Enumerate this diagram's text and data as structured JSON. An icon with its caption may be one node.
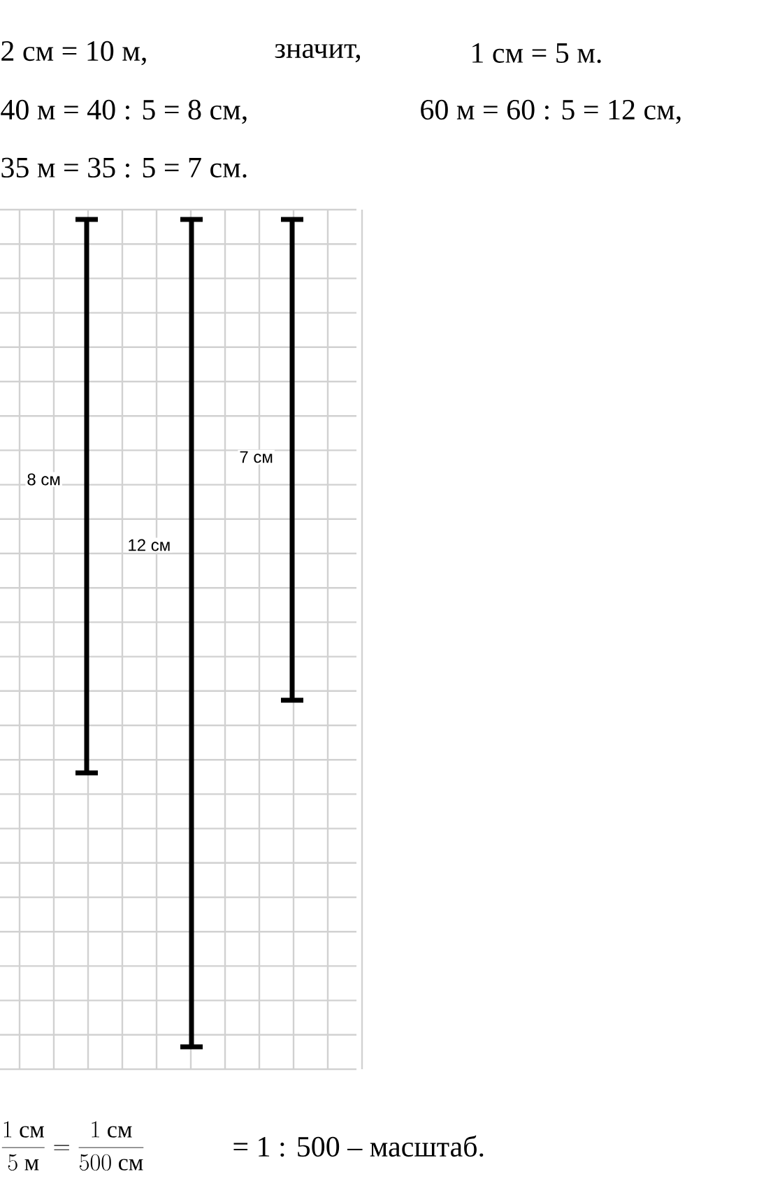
{
  "diagram": {
    "labels": [
      "2 см = 10 м,",
      "значит,",
      "1 см = 5 м.",
      "40 м = 40 : 5 = 8 см,",
      "60 м = 60 : 5 = 12 см,",
      "35 м = 35 : 5 = 7 см.",
      "8 см",
      "12 см",
      "7 см",
      "\\frac{1\\textnormal{ см}}{5\\textnormal{ м}}=\\frac{1\\textnormal{ см}}{500\\textnormal{ см}}",
      "= 1 : 500 – масштаб."
    ]
  }
}
